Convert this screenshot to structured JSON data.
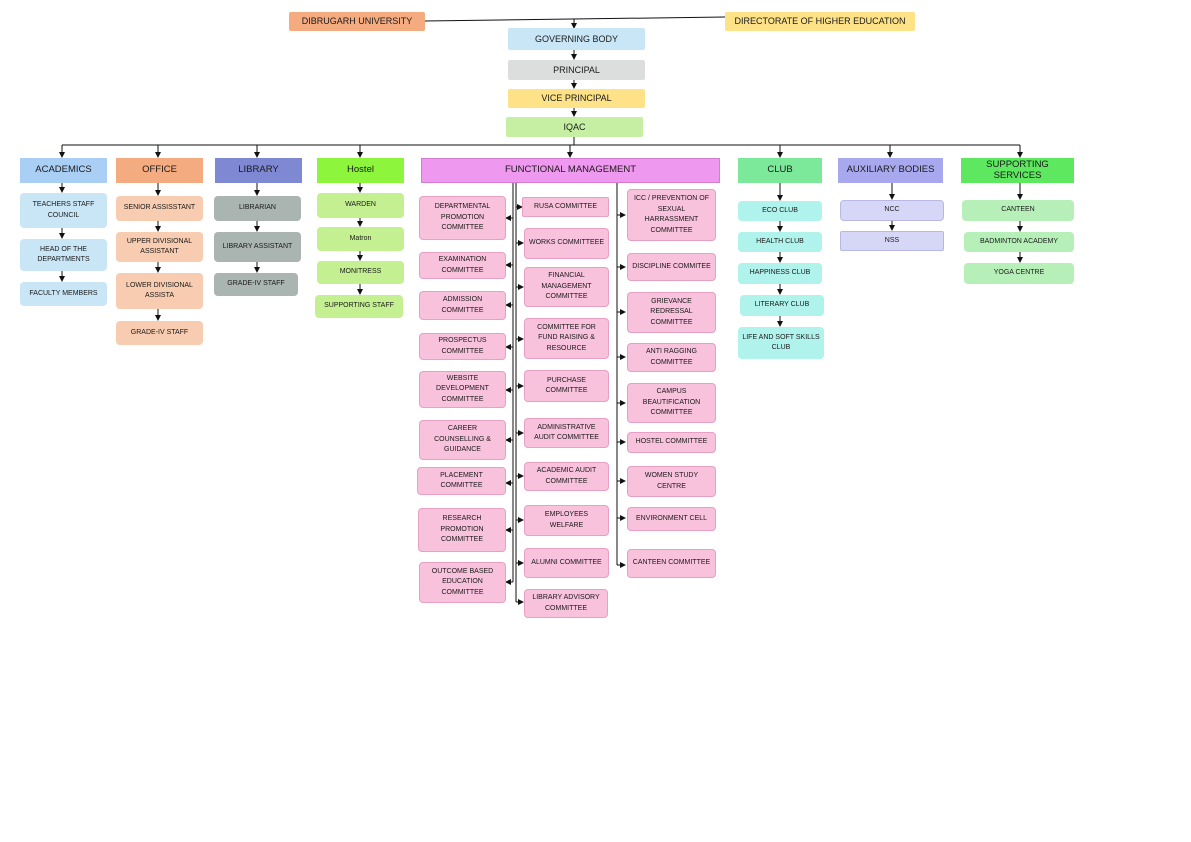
{
  "top": {
    "university": "DIBRUGARH UNIVERSITY",
    "directorate": "DIRECTORATE OF HIGHER EDUCATION",
    "chain": [
      "GOVERNING BODY",
      "PRINCIPAL",
      "VICE PRINCIPAL",
      "IQAC"
    ]
  },
  "academics": {
    "header": "ACADEMICS",
    "items": [
      "TEACHERS STAFF COUNCIL",
      "HEAD OF THE DEPARTMENTS",
      "FACULTY MEMBERS"
    ]
  },
  "office": {
    "header": "OFFICE",
    "items": [
      "SENIOR ASSISSTANT",
      "UPPER DIVISIONAL ASSISTANT",
      "LOWER DIVISIONAL ASSISTA",
      "GRADE-IV STAFF"
    ]
  },
  "library": {
    "header": "LIBRARY",
    "items": [
      "LIBRARIAN",
      "LIBRARY ASSISTANT",
      "GRADE-IV STAFF"
    ]
  },
  "hostel": {
    "header": "Hostel",
    "items": [
      "WARDEN",
      "Matron",
      "MONITRESS",
      "SUPPORTING STAFF"
    ]
  },
  "functional": {
    "header": "FUNCTIONAL MANAGEMENT",
    "left": [
      "DEPARTMENTAL PROMOTION COMMITTEE",
      "EXAMINATION COMMITTEE",
      "ADMISSION COMMITTEE",
      "PROSPECTUS COMMITTEE",
      "WEBSITE DEVELOPMENT COMMITTEE",
      "CAREER COUNSELLING & GUIDANCE",
      "PLACEMENT COMMITTEE",
      "RESEARCH PROMOTION COMMITTEE",
      "OUTCOME BASED EDUCATION COMMITTEE"
    ],
    "middle": [
      "RUSA COMMITTEE",
      "WORKS COMMITTEEE",
      "FINANCIAL MANAGEMENT COMMITTEE",
      "COMMITTEE FOR FUND RAISING & RESOURCE",
      "PURCHASE COMMITTEE",
      "ADMINISTRATIVE AUDIT COMMITTEE",
      "ACADEMIC AUDIT COMMITTEE",
      "EMPLOYEES WELFARE",
      "ALUMNI COMMITTEE",
      "LIBRARY ADVISORY COMMITTEE"
    ],
    "right": [
      "ICC / PREVENTION OF SEXUAL HARRASSMENT COMMITTEE",
      "DISCIPLINE COMMITEE",
      "GRIEVANCE REDRESSAL COMMITTEE",
      "ANTI RAGGING COMMITTEE",
      "CAMPUS BEAUTIFICATION COMMITTEE",
      "HOSTEL COMMITTEE",
      "WOMEN STUDY CENTRE",
      "ENVIRONMENT CELL",
      "CANTEEN COMMITTEE"
    ]
  },
  "club": {
    "header": "CLUB",
    "items": [
      "ECO CLUB",
      "HEALTH CLUB",
      "HAPPINESS CLUB",
      "LITERARY CLUB",
      "LIFE AND SOFT SKILLS CLUB"
    ]
  },
  "auxiliary": {
    "header": "AUXILIARY BODIES",
    "items": [
      "NCC",
      "NSS"
    ]
  },
  "support": {
    "header": "SUPPORTING SERVICES",
    "items": [
      "CANTEEN",
      "BADMINTON ACADEMY",
      "YOGA CENTRE"
    ]
  }
}
